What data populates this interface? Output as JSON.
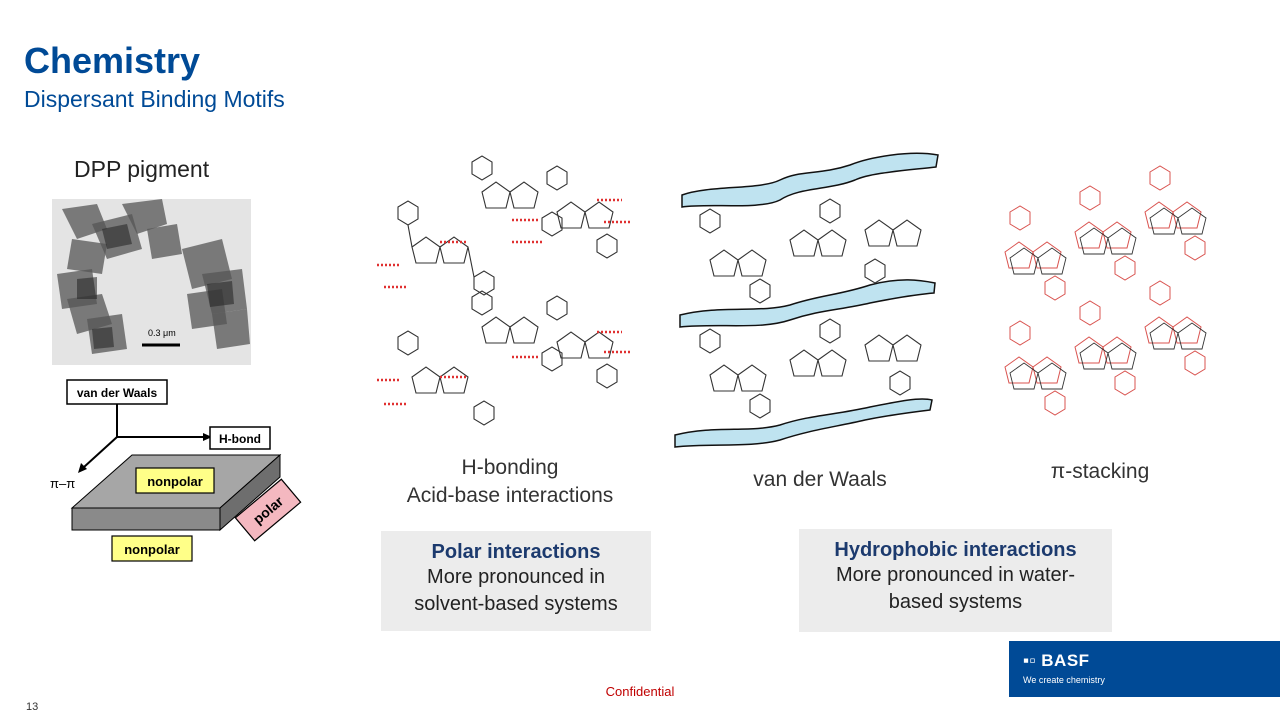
{
  "header": {
    "title": "Chemistry",
    "subtitle": "Dispersant Binding Motifs"
  },
  "pigment": {
    "label": "DPP pigment",
    "scale_bar": "0.3 μm",
    "axes": {
      "vdw": "van der Waals",
      "hbond": "H-bond",
      "pi": "π–π"
    },
    "faces": {
      "top": "nonpolar",
      "front": "nonpolar",
      "side": "polar"
    }
  },
  "motifs": {
    "hbonding": {
      "line1": "H-bonding",
      "line2": "Acid-base interactions"
    },
    "vdw": {
      "label": "van der Waals"
    },
    "pi": {
      "label": "π-stacking"
    }
  },
  "boxes": {
    "polar": {
      "title": "Polar interactions",
      "line1": "More pronounced in",
      "line2": "solvent-based systems"
    },
    "hydrophobic": {
      "title": "Hydrophobic interactions",
      "line1": "More pronounced in water-",
      "line2": "based systems"
    }
  },
  "footer": {
    "confidential": "Confidential",
    "page": "13",
    "brand": "BASF",
    "tagline": "We create chemistry"
  },
  "colors": {
    "brand_blue": "#004a96",
    "confidential_red": "#c00000",
    "box_gray": "#ececec",
    "chain_blue": "#bfe3f0",
    "pi_red": "#d9534f"
  }
}
